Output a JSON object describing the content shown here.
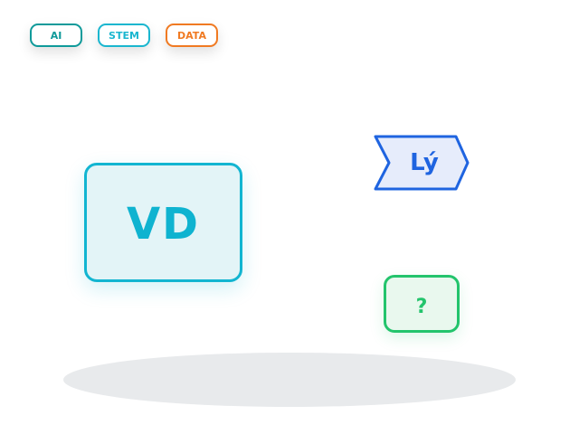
{
  "tags": {
    "ai": "AI",
    "stem": "STEM",
    "data": "DATA"
  },
  "cards": {
    "main_initials": "VD",
    "arrow_label": "Lý",
    "question_label": "?"
  },
  "colors": {
    "ai": "#0f9a9a",
    "stem": "#1ab6cf",
    "data": "#f07a22",
    "main_card_border": "#12b5d1",
    "main_card_fill": "#e3f4f7",
    "arrow_border": "#1f64e0",
    "arrow_fill": "#e6ecfb",
    "question_border": "#23c46c",
    "question_fill": "#e9f8ee",
    "ground": "#e8eaec"
  }
}
